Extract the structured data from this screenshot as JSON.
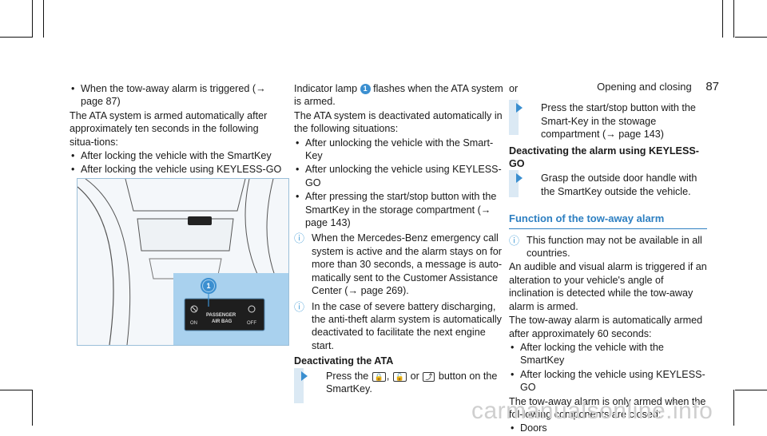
{
  "header": {
    "section": "Opening and closing",
    "page": "87"
  },
  "col1": {
    "bullet1": "When the tow-away alarm is triggered (→ page 87)",
    "para1": "The ATA system is armed automatically after approximately ten seconds in the following situa-tions:",
    "bullets": [
      "After locking the vehicle with the SmartKey",
      "After locking the vehicle using KEYLESS-GO"
    ],
    "figure": {
      "callout": "1",
      "on_label": "ON",
      "passenger_label": "PASSENGER",
      "airbag_label": "AIR BAG",
      "off_label": "OFF"
    }
  },
  "col2": {
    "para1_prefix": "Indicator lamp",
    "callout": "1",
    "para1_suffix": "flashes when the ATA system is armed.",
    "para2": "The ATA system is deactivated automatically in the following situations:",
    "bullets": [
      "After unlocking the vehicle with the Smart-Key",
      "After unlocking the vehicle using KEYLESS-GO",
      "After pressing the start/stop button with the SmartKey in the storage compartment (→ page 143)"
    ],
    "info1": "When the Mercedes-Benz emergency call system is active and the alarm stays on for more than 30 seconds, a message is auto-matically sent to the Customer Assistance Center (→ page 269).",
    "info2": "In the case of severe battery discharging, the anti-theft alarm system is automatically deactivated to facilitate the next engine start.",
    "heading": "Deactivating the ATA",
    "step_prefix": "Press the",
    "step_or": "or",
    "step_suffix": "button on the SmartKey."
  },
  "col3": {
    "or": "or",
    "step1": "Press the start/stop button with the Smart-Key in the stowage compartment (→ page 143)",
    "heading": "Deactivating the alarm using KEYLESS-GO",
    "step2": "Grasp the outside door handle with the SmartKey outside the vehicle.",
    "section_title": "Function of the tow-away alarm",
    "info": "This function may not be available in all countries.",
    "para1": "An audible and visual alarm is triggered if an alteration to your vehicle's angle of inclination is detected while the tow-away alarm is armed.",
    "para2": "The tow-away alarm is automatically armed after approximately 60 seconds:",
    "bullets": [
      "After locking the vehicle with the SmartKey",
      "After locking the vehicle using KEYLESS-GO"
    ],
    "para3": "The tow-away alarm is only armed when the fol-lowing components are closed:",
    "bullets2": [
      "Doors"
    ]
  },
  "watermark": "carmanualsonline.info",
  "colors": {
    "accent": "#2d7fc1",
    "step_bar": "#dbe9f4",
    "info_icon": "#4aa0d8"
  }
}
